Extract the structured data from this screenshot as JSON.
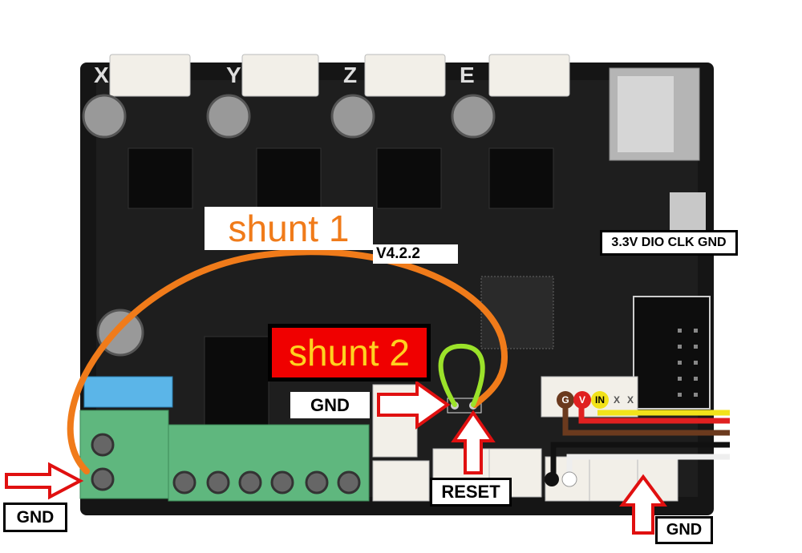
{
  "labels": {
    "shunt1": "shunt 1",
    "version": "V4.2.2",
    "swd_pins": "3.3V DIO CLK GND",
    "shunt2": "shunt 2",
    "gnd_pin": "GND",
    "reset": "RESET",
    "gnd_power": "GND",
    "gnd_connector": "GND"
  },
  "connector_pins": [
    "G",
    "V",
    "IN",
    "X",
    "X"
  ],
  "axis_silk": [
    "X",
    "Y",
    "Z",
    "E"
  ],
  "colors": {
    "board": "#151515",
    "shunt1_wire": "#f07b1a",
    "shunt2_wire": "#9be22a",
    "arrow": "#e01010",
    "terminal": "#5fb77e",
    "shunt2_bg": "#f00000",
    "shunt2_text": "#ffd21f"
  }
}
